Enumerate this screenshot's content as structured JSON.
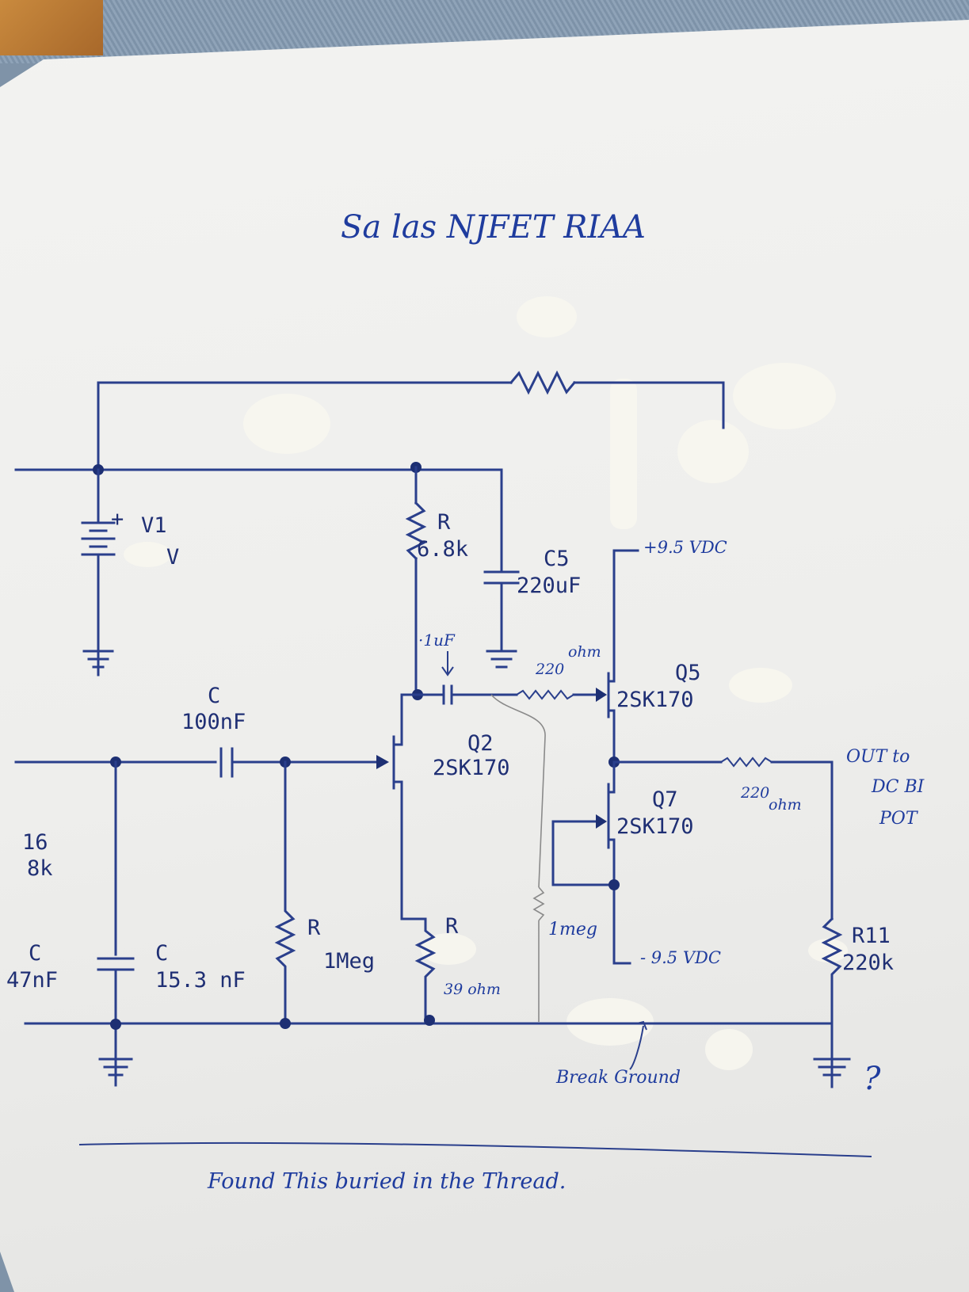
{
  "title": "Sa las  NJFET  RIAA",
  "footer": "Found  This  buried  in  the  Thread.",
  "colors": {
    "ink": "#2a3f8c",
    "handwriting": "#1f3c9e",
    "paper": "#efefed"
  },
  "labels": {
    "v1_name": "V1",
    "v1_unit": "V",
    "r_6k8_ref": "R",
    "r_6k8_value": "6.8k",
    "c5_ref": "C5",
    "c5_value": "220uF",
    "cap_01uf": "·1uF",
    "r_220_gate": "220",
    "ohm_gate": "ohm",
    "plus_supply": "+9.5 VDC",
    "q5_ref": "Q5",
    "q5_part": "2SK170",
    "c_100nf_ref": "C",
    "c_100nf_value": "100nF",
    "q2_ref": "Q2",
    "q2_part": "2SK170",
    "q7_ref": "Q7",
    "q7_part": "2SK170",
    "r_220_out": "220",
    "ohm_out": "ohm",
    "out_line1": "OUT to",
    "out_line2": "DC BI",
    "out_line3": "POT",
    "left_partial_1": "16",
    "left_partial_2": "8k",
    "c_47nf_ref": "C",
    "c_47nf_value": "47nF",
    "c_15nf_ref": "C",
    "c_15nf_value": "15.3 nF",
    "r_1meg_ref": "R",
    "r_1meg_value": "1Meg",
    "r_39_ref": "R",
    "r_39_value": "39 ohm",
    "r_1meg_hand": "1meg",
    "minus_supply": "- 9.5 VDC",
    "r11_ref": "R11",
    "r11_value": "220k",
    "break_ground": "Break Ground",
    "question": "?"
  }
}
